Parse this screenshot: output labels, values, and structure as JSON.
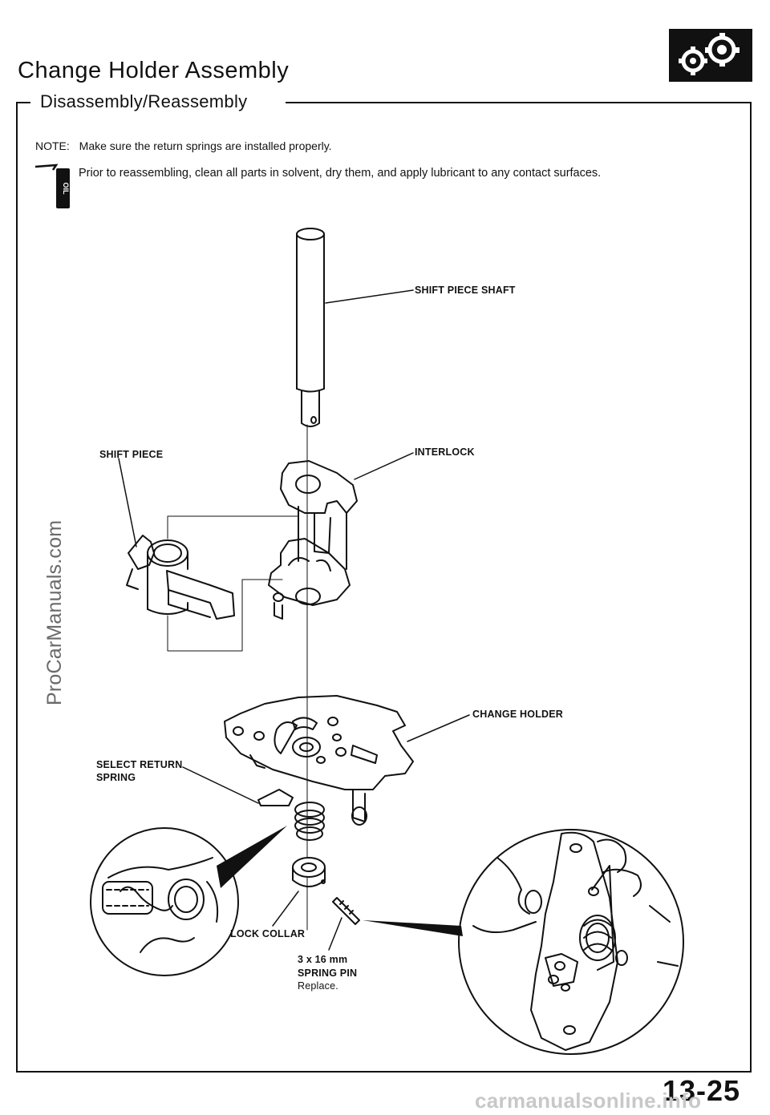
{
  "page": {
    "title": "Change Holder Assembly",
    "subtitle": "Disassembly/Reassembly",
    "note_label": "NOTE:",
    "note_text": "Make sure the return springs are installed properly.",
    "prior_text": "Prior to reassembling, clean all parts in solvent, dry them, and apply lubricant to any contact surfaces.",
    "oil_icon_text": "OIL",
    "page_number": "13-25",
    "watermark_side": "ProCarManuals.com",
    "watermark_bottom": "carmanualsonline.info"
  },
  "labels": {
    "shift_piece_shaft": "SHIFT PIECE SHAFT",
    "interlock": "INTERLOCK",
    "shift_piece": "SHIFT PIECE",
    "change_holder": "CHANGE HOLDER",
    "select_return_spring_1": "SELECT RETURN",
    "select_return_spring_2": "SPRING",
    "lock_collar": "LOCK COLLAR",
    "spring_pin_size": "3 x 16 mm",
    "spring_pin": "SPRING PIN",
    "replace": "Replace."
  },
  "icons": {
    "gear": "transmission-gear-icon",
    "oil": "oil-can-icon"
  }
}
